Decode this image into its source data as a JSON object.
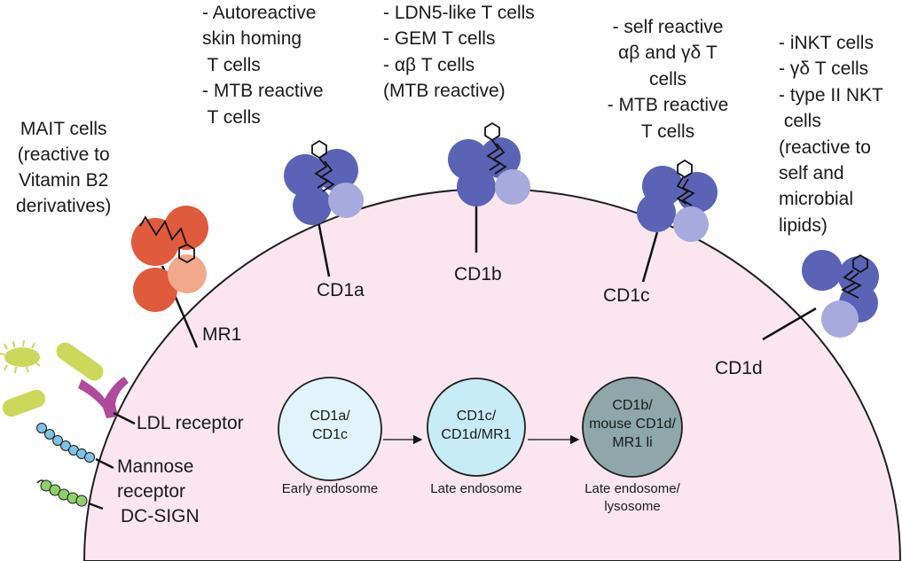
{
  "labels": {
    "mait": [
      "MAIT cells",
      "(reactive to",
      "Vitamin B2",
      "derivatives)"
    ],
    "cd1a_cells": [
      "- Autoreactive",
      "skin homing",
      " T cells",
      "- MTB reactive",
      " T cells"
    ],
    "cd1b_cells": [
      "- LDN5-like T cells",
      "- GEM T cells",
      "- αβ T cells",
      "(MTB reactive)"
    ],
    "cd1c_cells": [
      "- self reactive",
      "αβ and γδ T",
      "cells",
      "- MTB reactive",
      "T cells"
    ],
    "cd1d_cells": [
      "- iNKT cells",
      "- γδ T cells",
      "- type II NKT",
      " cells",
      "(reactive to",
      "self and",
      "microbial",
      "lipids)"
    ]
  },
  "molecules": {
    "mr1": "MR1",
    "cd1a": "CD1a",
    "cd1b": "CD1b",
    "cd1c": "CD1c",
    "cd1d": "CD1d"
  },
  "receptors": {
    "ldl": "LDL receptor",
    "mannose": [
      "Mannose",
      "receptor"
    ],
    "dcsign": "DC-SIGN"
  },
  "endosomes": {
    "early": {
      "content": [
        "CD1a/",
        "CD1c"
      ],
      "caption": [
        "Early endosome"
      ]
    },
    "late": {
      "content": [
        "CD1c/",
        "CD1d/MR1"
      ],
      "caption": [
        "Late endosome"
      ]
    },
    "lysosome": {
      "content": [
        "CD1b/",
        "mouse CD1d/",
        "MR1 li"
      ],
      "caption": [
        "Late endosome/",
        "lysosome"
      ]
    }
  },
  "colors": {
    "cell": "#fbe6ef",
    "cd1_dark": "#5a63b5",
    "cd1_light": "#a7aadc",
    "mr1_dark": "#e05a3c",
    "mr1_light": "#f2a88a",
    "early_endosome": "#e2f4fb",
    "late_endosome": "#c7ecf7",
    "lysosome": "#8fa6aa",
    "ldl_receptor": "#b04a9a",
    "bacteria": "#cbd85a",
    "mannose_beads": "#7ec2e6",
    "dcsign_beads": "#8fcf6a"
  }
}
